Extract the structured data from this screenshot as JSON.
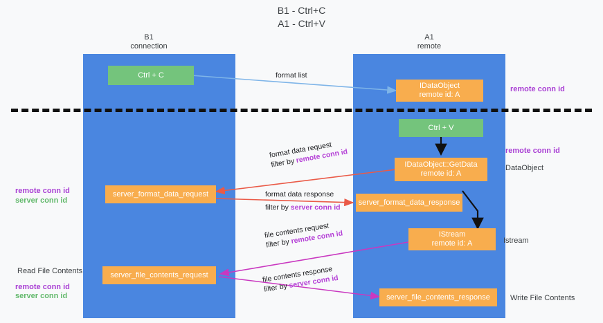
{
  "title": {
    "line1": "B1 - Ctrl+C",
    "line2": "A1 - Ctrl+V"
  },
  "lanes": [
    {
      "name": "B1",
      "subtitle": "connection"
    },
    {
      "name": "A1",
      "subtitle": "remote"
    }
  ],
  "boxes": {
    "ctrl_c": {
      "label": "Ctrl + C"
    },
    "ctrl_v": {
      "label": "Ctrl + V"
    },
    "idataobject": {
      "line1": "IDataObject",
      "line2": "remote id: A"
    },
    "getdata": {
      "line1": "IDataObject::GetData",
      "line2": "remote id: A"
    },
    "istream": {
      "line1": "IStream",
      "line2": "remote id: A"
    },
    "server_format_data_request": {
      "label": "server_format_data_request"
    },
    "server_format_data_response": {
      "label": "server_format_data_response"
    },
    "server_file_contents_request": {
      "label": "server_file_contents_request"
    },
    "server_file_contents_response": {
      "label": "server_file_contents_response"
    }
  },
  "edges": [
    {
      "id": "format-list",
      "label": "format list",
      "color": "#7fb5e8"
    },
    {
      "id": "format-data-request",
      "line1": "format data request",
      "filter_prefix": "filter by ",
      "filter_key": "remote conn id",
      "color": "#ea5a47"
    },
    {
      "id": "format-data-response",
      "line1": "format data response",
      "filter_prefix": "filter by ",
      "filter_key": "server conn id",
      "color": "#ea5a47"
    },
    {
      "id": "file-contents-request",
      "line1": "file contents request",
      "filter_prefix": "filter by ",
      "filter_key": "remote conn id",
      "color": "#c938c0"
    },
    {
      "id": "file-contents-response",
      "line1": "file contents response",
      "filter_prefix": "filter by ",
      "filter_key": "server conn id",
      "color": "#c938c0"
    }
  ],
  "notes": {
    "right_remote_conn_top": "remote conn id",
    "right_remote_conn_mid": "remote conn id",
    "right_dataobject": "DataObject",
    "right_istream": "Istream",
    "right_write_file_contents": "Write File Contents",
    "left_remote_conn_id": "remote conn id",
    "left_server_conn_id": "server conn id",
    "left_read_file_contents": "Read File Contents",
    "left_remote_conn_id2": "remote conn id",
    "left_server_conn_id2": "server conn id"
  },
  "colors": {
    "lane": "#4a86e0",
    "green_box": "#74c47c",
    "orange_box": "#f8ad4e",
    "purple_text": "#a93fd4",
    "green_text": "#63b96c",
    "red_arrow": "#ea5a47",
    "magenta_arrow": "#c938c0",
    "blue_arrow": "#7fb5e8",
    "background": "#f8f9fa"
  }
}
